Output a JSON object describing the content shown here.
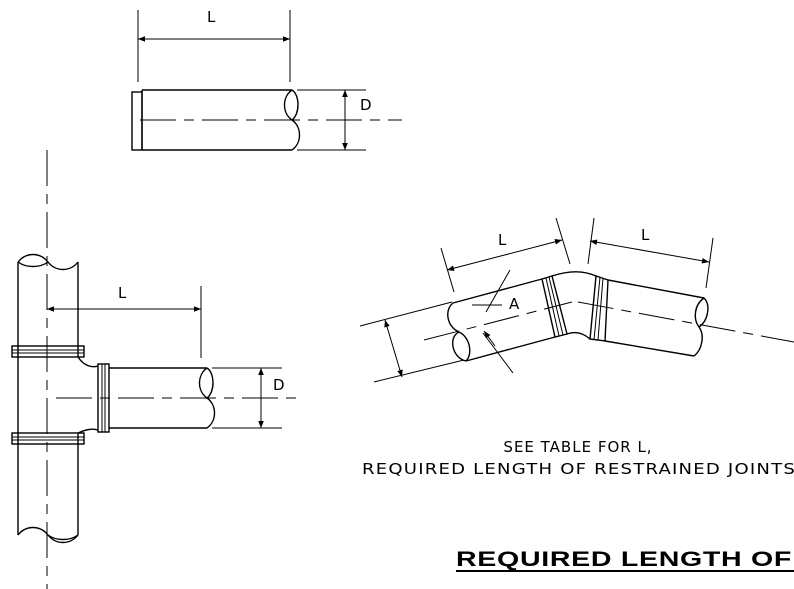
{
  "labels": {
    "length": "L",
    "diameter": "D",
    "angle": "A"
  },
  "note": {
    "line1": "SEE TABLE FOR L,",
    "line2": "REQUIRED LENGTH OF RESTRAINED JOINTS"
  },
  "title": "REQUIRED LENGTH OF"
}
